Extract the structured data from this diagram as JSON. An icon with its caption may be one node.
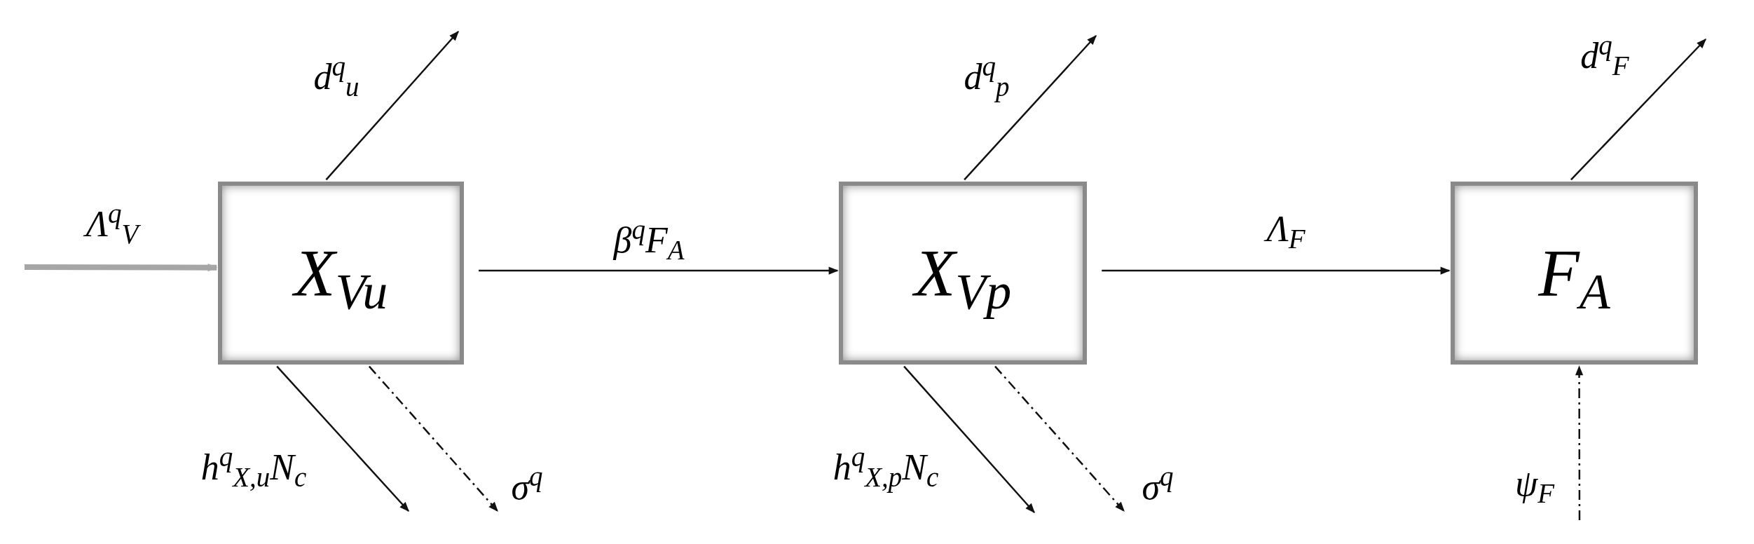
{
  "diagram": {
    "nodes": [
      {
        "text": [
          "X$_{V}$$_{u}$"
        ]
      },
      {
        "text": [
          "X$_{V}$$_{p}$"
        ]
      },
      {
        "text": [
          "F$_{A}$"
        ]
      }
    ],
    "edges": [
      {
        "from": null,
        "to": 0,
        "arrow": "to",
        "label": "Λ$^{q}$$_{V}$",
        "style": "thick",
        "color": "#a6a6a6"
      },
      {
        "from": 0,
        "to": null,
        "arrow": "to",
        "label": "d$^{q}$$_{u}$"
      },
      {
        "from": 0,
        "to": null,
        "arrow": "to",
        "label": "h$^{q}$$_{X,u}$N$_{c}$"
      },
      {
        "from": 0,
        "to": null,
        "arrow": "to",
        "label": "σ$^{q}$",
        "style": "dashed"
      },
      {
        "from": 0,
        "to": 1,
        "arrow": "to",
        "label": "β$^{q}$F$_{A}$"
      },
      {
        "from": 1,
        "to": null,
        "arrow": "to",
        "label": "d$^{q}$$_{p}$"
      },
      {
        "from": 1,
        "to": null,
        "arrow": "to",
        "label": "h$^{q}$$_{X,p}$N$_{c}$"
      },
      {
        "from": 1,
        "to": null,
        "arrow": "to",
        "label": "σ$^{q}$",
        "style": "dashed"
      },
      {
        "from": 1,
        "to": 2,
        "arrow": "to",
        "label": "Λ$_{F}$"
      },
      {
        "from": 2,
        "to": null,
        "arrow": "to",
        "label": "d$^{q}$$_{F}$"
      },
      {
        "from": null,
        "to": 2,
        "arrow": "to",
        "label": "ψ$_{F}$",
        "style": "dashed"
      }
    ]
  }
}
